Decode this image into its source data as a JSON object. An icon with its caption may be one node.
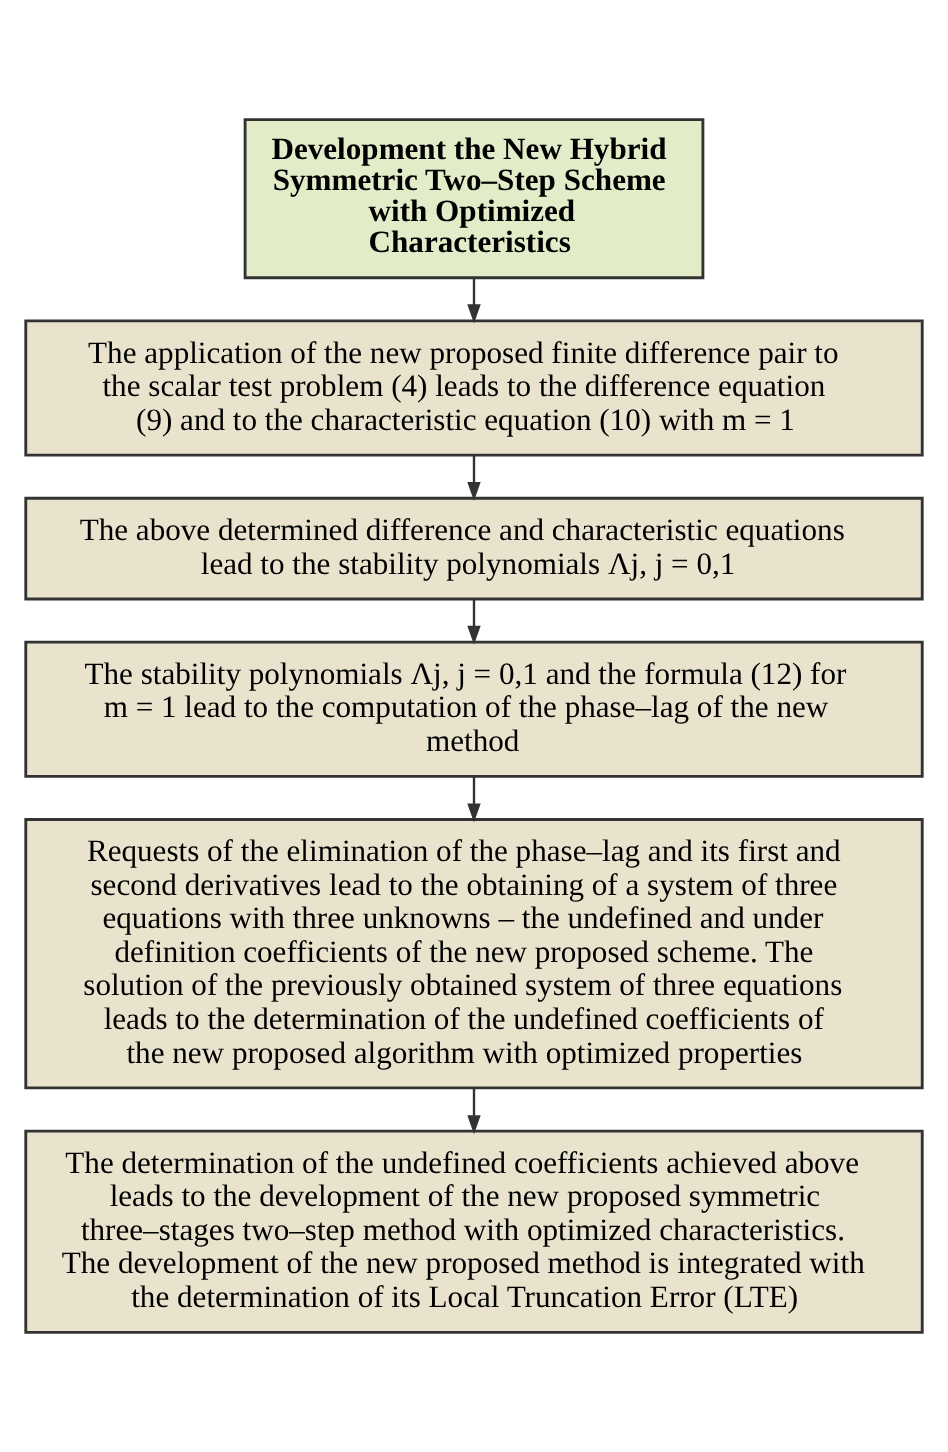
{
  "diagram": {
    "nodes": [
      {
        "text": [
          "Development the New Hybrid Symmetric Two–Step Scheme with Optimized Characteristics"
        ]
      },
      {
        "text": [
          "The application of the new proposed finite difference pair to the scalar test problem (4) leads to the difference equation (9) and to the characteristic equation (10) with m = 1"
        ]
      },
      {
        "text": [
          "The above determined difference and characteristic equations lead to the stability polynomials Λj, j = 0,1"
        ]
      },
      {
        "text": [
          "The stability polynomials Λj, j = 0,1 and the formula (12) for m = 1 lead to the computation of the phase–lag of the new method"
        ]
      },
      {
        "text": [
          "Requests of the elimination of the phase–lag and its first and second derivatives lead to the obtaining of a system of three equations with three unknowns – the undefined and under definition coefficients of the new proposed scheme. The solution of the previously obtained system of three equations leads to the determination of the undefined coefficients of the new proposed algorithm with optimized properties"
        ]
      },
      {
        "text": [
          "The determination of the undefined coefficients achieved above leads to the development of the new proposed symmetric three–stages two–step method with optimized characteristics. The development of the new proposed method is integrated with the determination of its Local Truncation Error (LTE)"
        ]
      }
    ],
    "edges": [
      {
        "from": 0,
        "to": 1,
        "arrow": "to"
      },
      {
        "from": 1,
        "to": 2,
        "arrow": "to"
      },
      {
        "from": 2,
        "to": 3,
        "arrow": "to"
      },
      {
        "from": 3,
        "to": 4,
        "arrow": "to"
      },
      {
        "from": 4,
        "to": 5,
        "arrow": "to"
      }
    ]
  }
}
